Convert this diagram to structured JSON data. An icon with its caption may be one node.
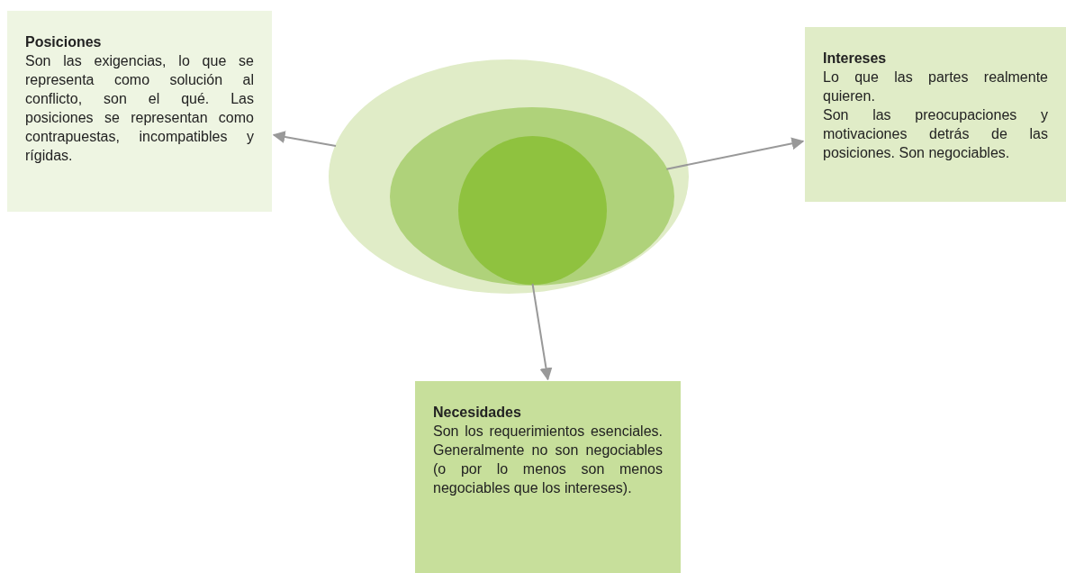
{
  "diagram": {
    "nodes": [
      {
        "text": [],
        "shape": "ellipse"
      },
      {
        "text": [],
        "shape": "ellipse",
        "in": 0
      },
      {
        "text": [],
        "shape": "circle",
        "in": 1
      },
      {
        "text": [
          "Posiciones",
          "Son las exigencias, lo que se representa como solución al conflicto, son el qué. Las posiciones se representan como contrapuestas, incompatibles y rígidas."
        ]
      },
      {
        "text": [
          "Intereses",
          "Lo que las partes realmente quieren.",
          "Son las preocupaciones y motivaciones detrás de las posiciones. Son negociables."
        ]
      },
      {
        "text": [
          "Necesidades",
          "Son los requerimientos esenciales. Generalmente no son negociables (o por lo menos son menos negociables que los intereses)."
        ]
      }
    ],
    "edges": [
      {
        "from": 0,
        "to": 3,
        "arrow": "to"
      },
      {
        "from": 1,
        "to": 4,
        "arrow": "to"
      },
      {
        "from": 2,
        "to": 5,
        "arrow": "to"
      }
    ]
  }
}
